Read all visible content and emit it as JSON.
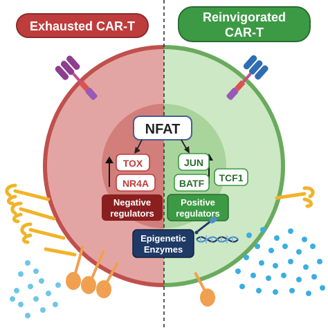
{
  "left_panel": {
    "title": "Exhausted CAR-T",
    "color": "#bf3c3c",
    "cell_fill": "#e3a5a3",
    "nucleus_fill": "#d27e7b",
    "negative_genes": [
      "TOX",
      "NR4A"
    ],
    "regulators_label": [
      "Negative",
      "regulators"
    ]
  },
  "right_panel": {
    "title_lines": [
      "Reinvigorated",
      "CAR-T"
    ],
    "color": "#3c9a44",
    "cell_fill": "#cde8c4",
    "nucleus_fill": "#a9d49c",
    "positive_genes": [
      "JUN",
      "BATF",
      "TCF1"
    ],
    "regulators_label": [
      "Positive",
      "regulators"
    ]
  },
  "center": {
    "factor": "NFAT",
    "enzymes_label": [
      "Epigenetic",
      "Enzymes"
    ]
  },
  "icons": [
    "car-receptor-icon",
    "inhibitory-receptor-icon",
    "cytokine-icon",
    "dna-icon",
    "pipette-icon",
    "up-arrow-icon"
  ]
}
